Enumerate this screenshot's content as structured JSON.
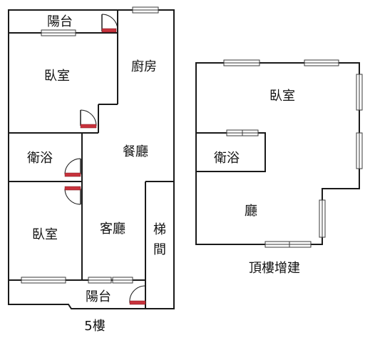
{
  "floor5": {
    "caption": "5樓",
    "rooms": {
      "balcony_top": "陽台",
      "bedroom_top": "臥室",
      "kitchen": "廚房",
      "dining": "餐廳",
      "bathroom": "衛浴",
      "bedroom_bottom": "臥室",
      "living": "客廳",
      "stair_1": "梯",
      "stair_2": "間",
      "balcony_bottom": "陽台"
    }
  },
  "rooftop": {
    "caption": "頂樓增建",
    "rooms": {
      "bedroom": "臥室",
      "bathroom": "衛浴",
      "hall": "廳"
    }
  },
  "colors": {
    "wall": "#1a1a1a",
    "door_sill": "#c8323c",
    "background": "#ffffff"
  }
}
